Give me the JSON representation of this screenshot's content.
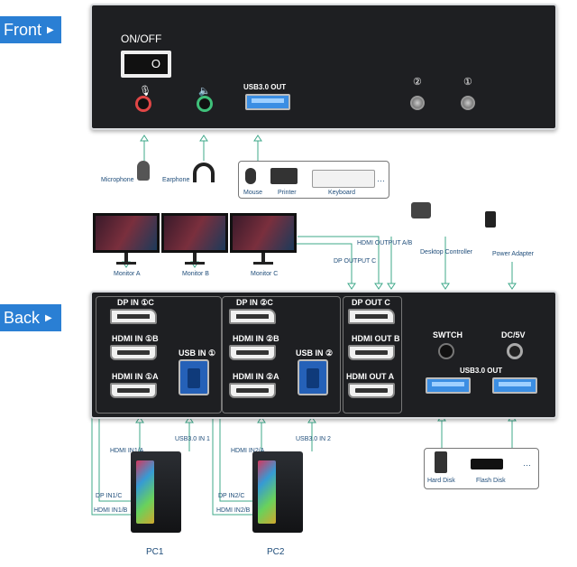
{
  "tabs": {
    "front": "Front",
    "back": "Back"
  },
  "front_panel": {
    "power_label": "ON/OFF",
    "switch_off": "O",
    "usb_out_label": "USB3.0 OUT",
    "button1": "②",
    "button2": "①",
    "mic_icon": "microphone-icon",
    "speaker_icon": "speaker-icon"
  },
  "front_devices": {
    "microphone": "Microphone",
    "earphone": "Earphone",
    "mouse": "Mouse",
    "printer": "Printer",
    "keyboard": "Keyboard",
    "more": "···"
  },
  "monitors": {
    "a": "Monitor A",
    "b": "Monitor B",
    "c": "Monitor C",
    "hdmi_output_ab": "HDMI OUTPUT A/B",
    "dp_output_c": "DP OUTPUT C"
  },
  "top_right_devices": {
    "desktop_controller": "Desktop Controller",
    "power_adapter": "Power Adapter"
  },
  "back_panel": {
    "group1": {
      "dp": "DP IN ①C",
      "hdmi_b": "HDMI IN ①B",
      "hdmi_a": "HDMI IN ①A",
      "usb": "USB IN ①"
    },
    "group2": {
      "dp": "DP IN ②C",
      "hdmi_b": "HDMI IN ②B",
      "hdmi_a": "HDMI IN ②A",
      "usb": "USB IN ②"
    },
    "outputs": {
      "dp": "DP OUT C",
      "hdmi_b": "HDMI OUT B",
      "hdmi_a": "HDMI OUT A"
    },
    "switch": "SWTCH",
    "dc": "DC/5V",
    "usb_out": "USB3.0 OUT"
  },
  "cables": {
    "pc1_hdmi_a": "HDMI IN1/A",
    "pc1_usb": "USB3.0 IN 1",
    "pc1_dp": "DP IN1/C",
    "pc1_hdmi_b": "HDMI IN1/B",
    "pc2_hdmi_a": "HDMI IN2/A",
    "pc2_usb": "USB3.0 IN 2",
    "pc2_dp": "DP IN2/C",
    "pc2_hdmi_b": "HDMI IN2/B"
  },
  "pcs": {
    "pc1": "PC1",
    "pc2": "PC2"
  },
  "storage": {
    "hard_disk": "Hard Disk",
    "flash_disk": "Flash Disk",
    "more": "···"
  },
  "colors": {
    "accent": "#2a7fd4",
    "panel": "#1e1f22",
    "line": "#3fa88a"
  }
}
